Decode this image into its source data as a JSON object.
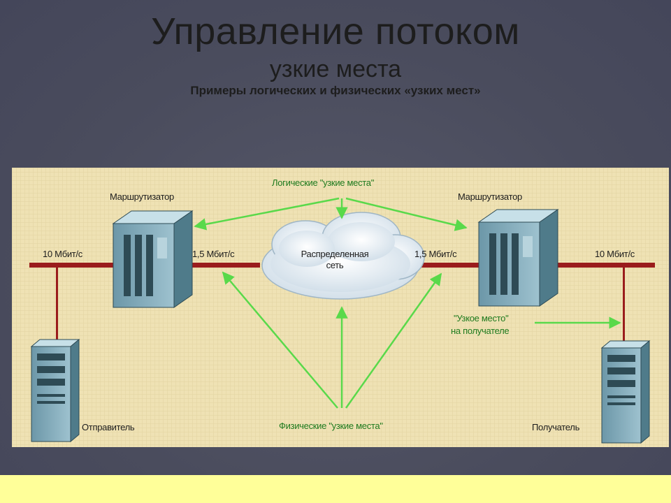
{
  "title": {
    "main": "Управление потоком",
    "sub": "узкие места",
    "caption": "Примеры логических и физических «узких мест»"
  },
  "diagram": {
    "router_left_label": "Маршрутизатор",
    "router_right_label": "Маршрутизатор",
    "logical_label": "Логические \"узкие места\"",
    "physical_label": "Физические \"узкие места\"",
    "speed_left_outer": "10 Мбит/с",
    "speed_left_inner": "1,5 Мбит/с",
    "speed_right_inner": "1,5 Мбит/с",
    "speed_right_outer": "10 Мбит/с",
    "cloud_label_line1": "Распределенная",
    "cloud_label_line2": "сеть",
    "receiver_bottleneck_line1": "\"Узкое место\"",
    "receiver_bottleneck_line2": "на получателе",
    "sender_label": "Отправитель",
    "receiver_label": "Получатель"
  },
  "colors": {
    "background": "#4b4d5f",
    "panel": "#efe2b4",
    "line_red": "#9a1c1c",
    "arrow_green": "#59d94a",
    "device_blue": "#7fa7b6",
    "footer": "#ffff99"
  }
}
